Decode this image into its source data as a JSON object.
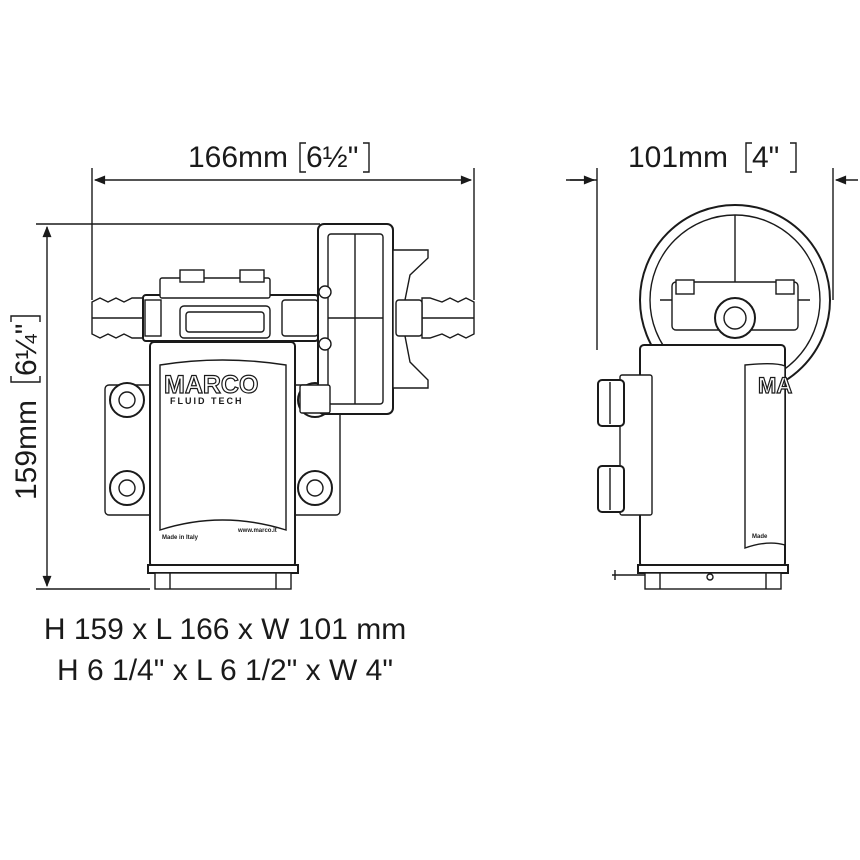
{
  "dimensions": {
    "length": {
      "metric": "166mm",
      "imperial": "6½\""
    },
    "height": {
      "metric": "159mm",
      "imperial": "6¼\""
    },
    "width": {
      "metric": "101mm",
      "imperial": "4\""
    }
  },
  "branding": {
    "logo": "MARCO",
    "logo_sub": "FLUID TECH",
    "made_in": "Made in Italy",
    "website": "www.marco.it"
  },
  "caption": {
    "metric": "H 159 x L 166 x W 101 mm",
    "imperial": "H 6 1/4\" x L 6 1/2\" x W 4\""
  }
}
